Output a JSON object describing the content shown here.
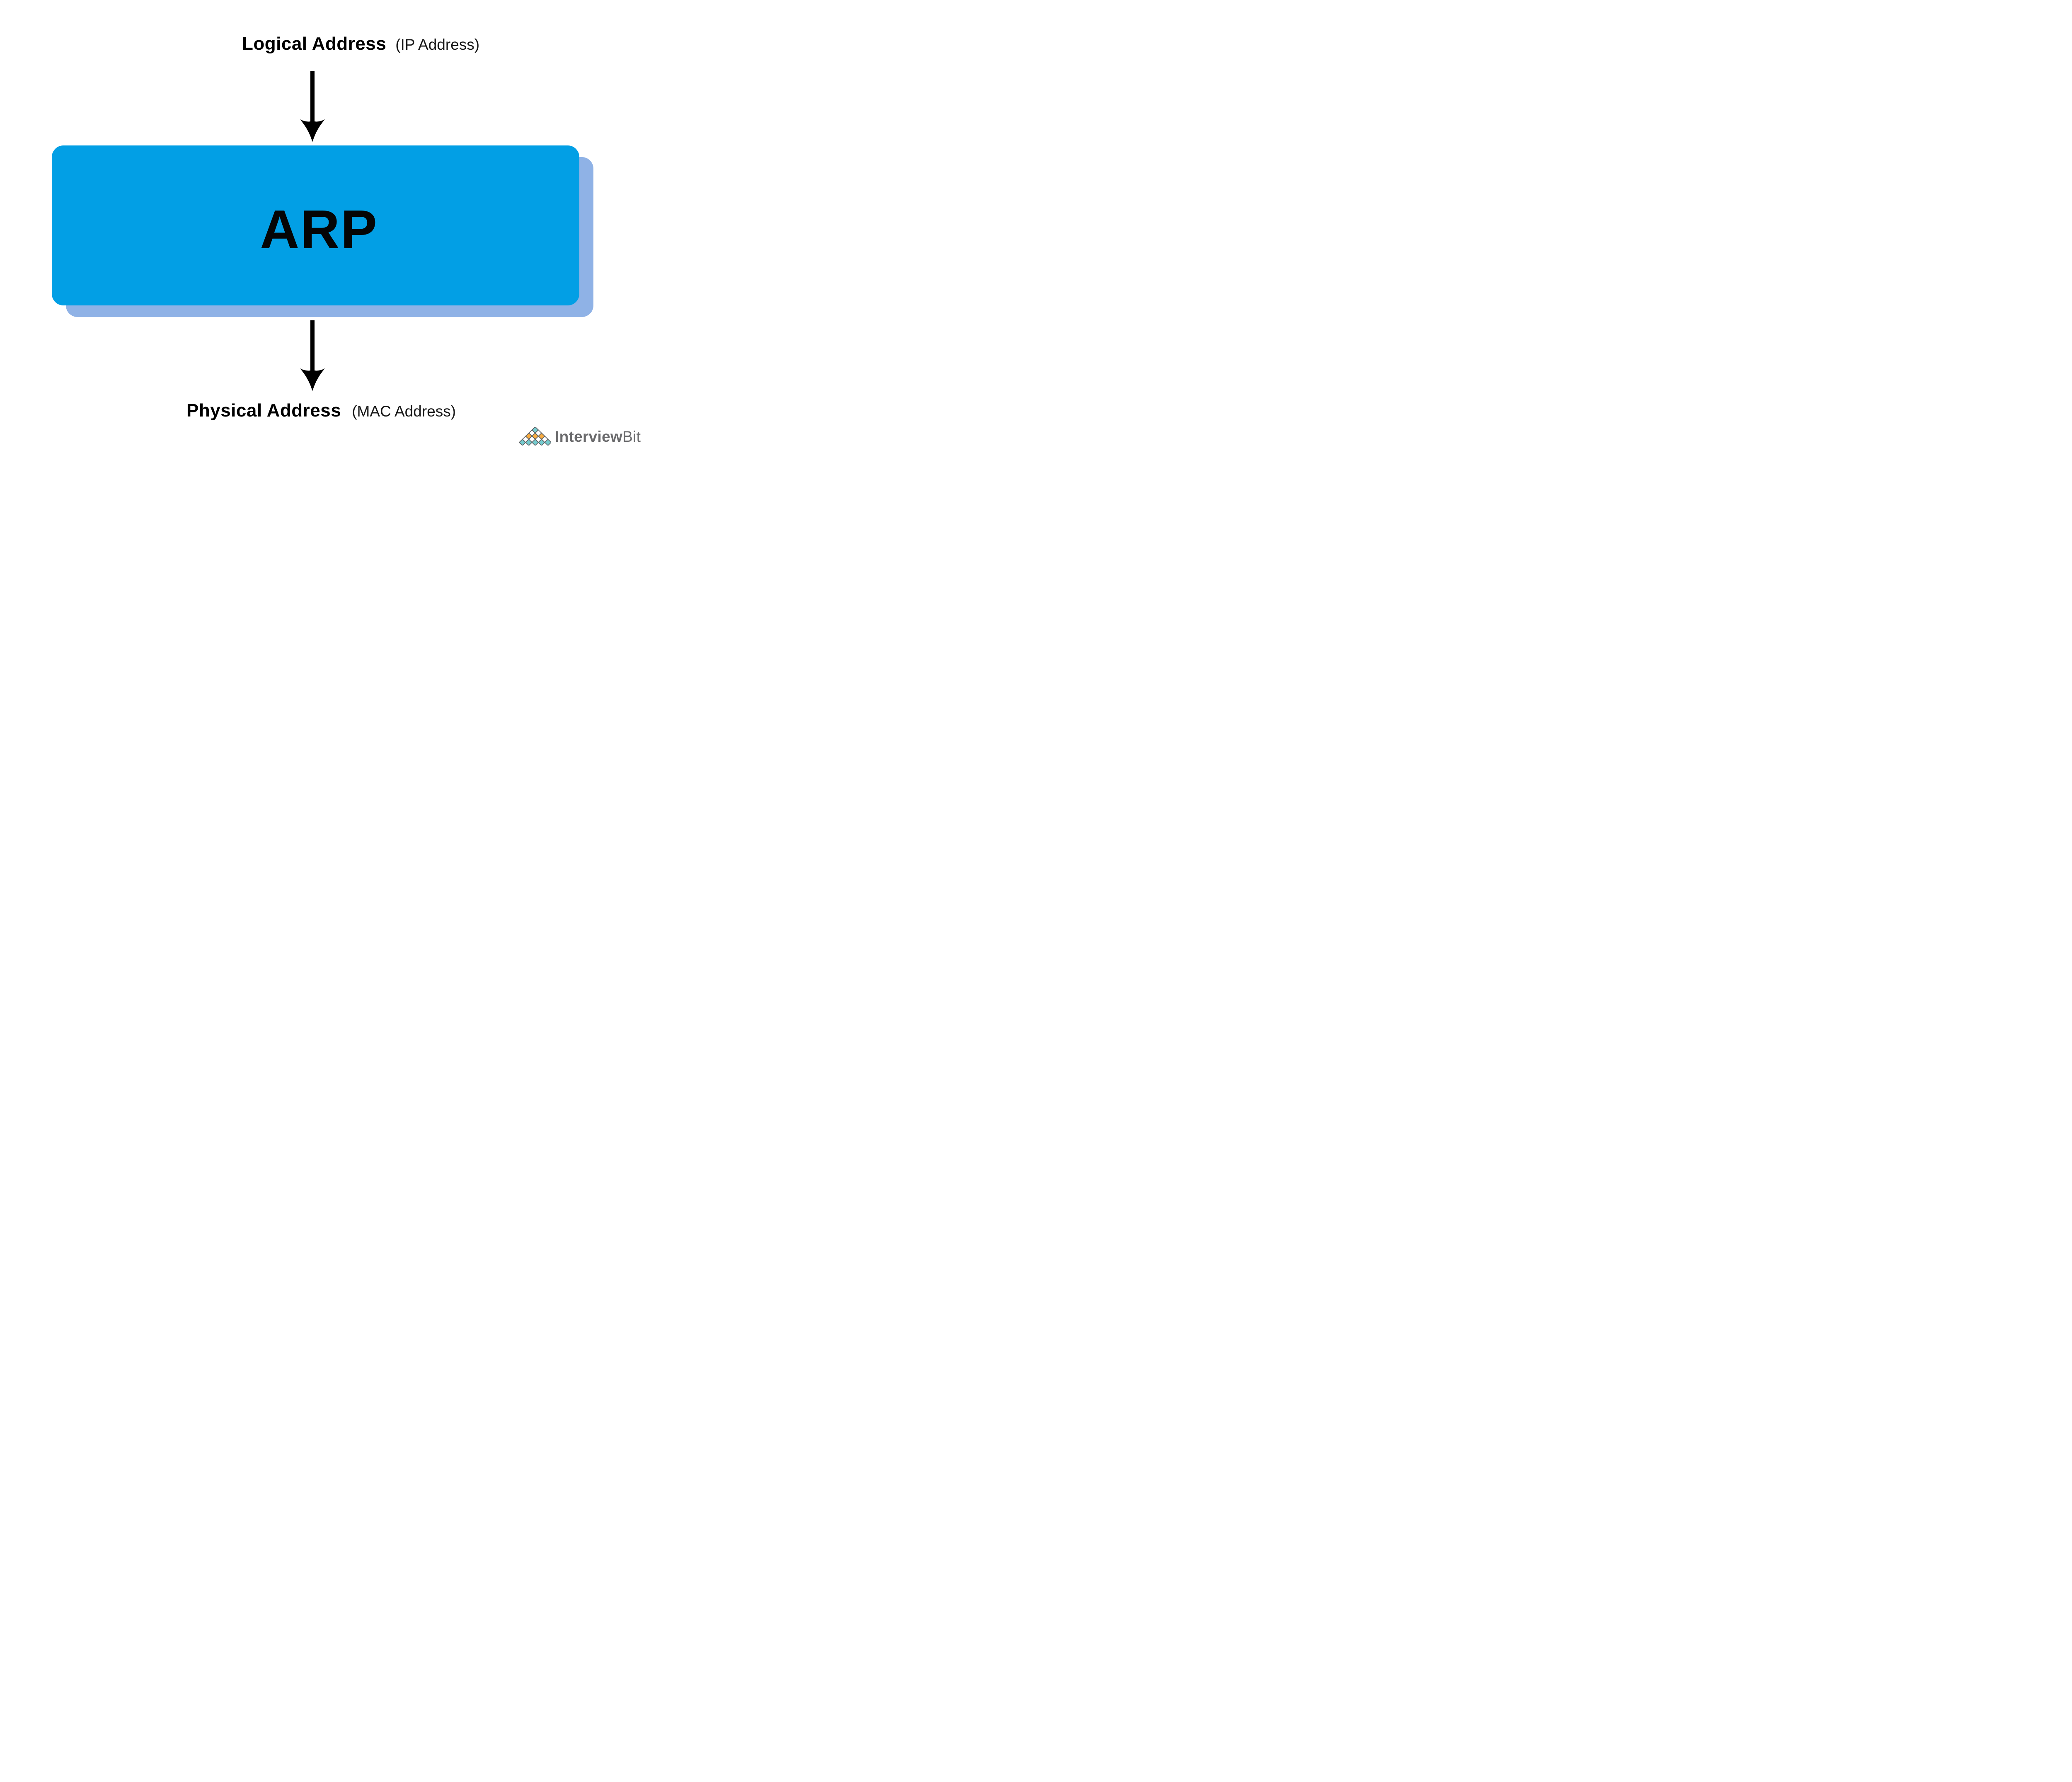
{
  "diagram": {
    "input_label": {
      "primary": "Logical Address",
      "secondary": "(IP Address)"
    },
    "process_label": "ARP",
    "output_label": {
      "primary": "Physical Address",
      "secondary": "(MAC Address)"
    },
    "colors": {
      "box_fill": "#029FE5",
      "box_shadow_fill": "#8FB2E6",
      "arrow_fill": "#000000",
      "label_text": "#000000",
      "arp_text": "#050505"
    }
  },
  "logo": {
    "name_bold": "Interview",
    "name_light": "Bit",
    "text_color": "#6A6A6C",
    "pyramid": {
      "outline": "#5E6063",
      "palette": {
        "teal": "#76CCCF",
        "orange": "#F9AC40",
        "white": "#FFFFFF"
      },
      "rows": [
        [
          "teal"
        ],
        [
          "white",
          "white"
        ],
        [
          "orange",
          "orange",
          "orange"
        ],
        [
          "white",
          "white",
          "white",
          "white"
        ],
        [
          "teal",
          "teal",
          "teal",
          "teal",
          "teal"
        ]
      ]
    }
  }
}
